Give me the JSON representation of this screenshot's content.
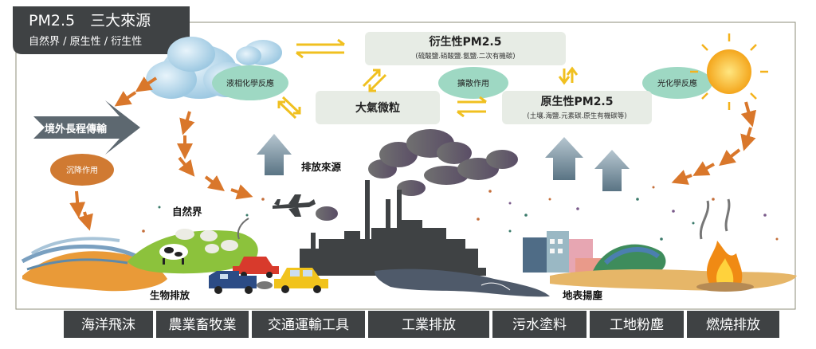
{
  "title": {
    "main": "PM2.5　三大來源",
    "sub": "自然界 / 原生性 / 衍生性"
  },
  "boxes": {
    "secondary_title": "衍生性PM2.5",
    "secondary_sub": "(硫酸鹽.硝酸鹽.氨鹽.二次有機碳)",
    "aerosol_title": "大氣微粒",
    "primary_title": "原生性PM2.5",
    "primary_sub": "(土壤.海鹽.元素碳.原生有機碳等)"
  },
  "bubbles": {
    "liquid_reaction": "液相化學反應",
    "diffusion": "擴散作用",
    "photochemical": "光化學反應",
    "deposition": "沉降作用"
  },
  "arrows": {
    "transboundary": "境外長程傳輸"
  },
  "labels": {
    "emission_sources": "排放來源",
    "nature": "自然界",
    "biogenic": "生物排放",
    "surface_dust": "地表揚塵"
  },
  "categories": [
    "海洋飛沫",
    "農業畜牧業",
    "交通運輸工具",
    "工業排放",
    "污水塗料",
    "工地粉塵",
    "燃燒排放"
  ],
  "colors": {
    "dark": "#3f4244",
    "arrow_orange": "#d9772b",
    "yellow_arrow": "#f0c020",
    "box_green": "#e7ece5",
    "bubble_teal": "#9ed8c3",
    "bubble_orange": "#d07a32"
  }
}
